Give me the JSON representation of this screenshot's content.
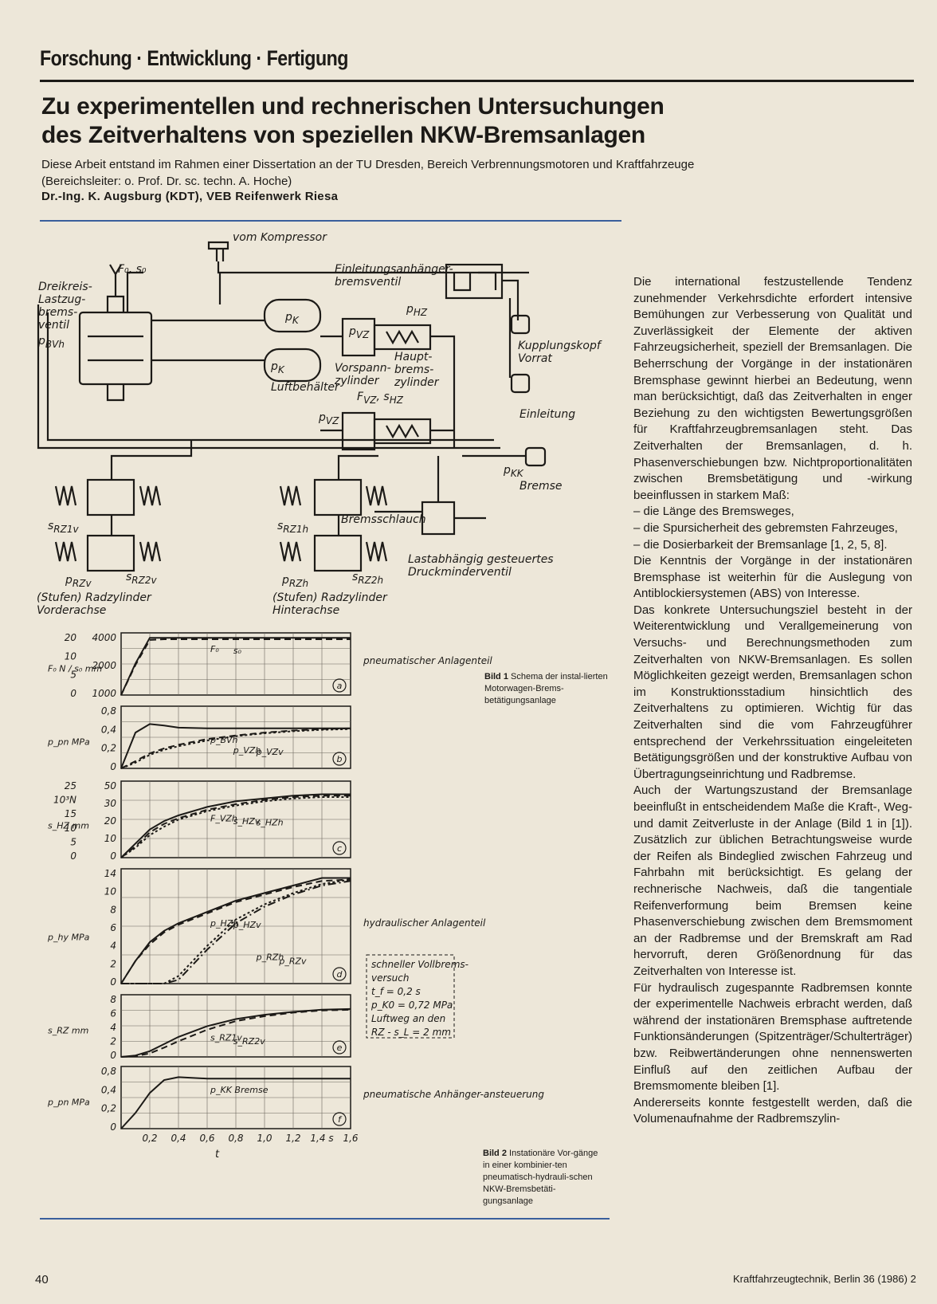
{
  "header": {
    "section": "Forschung · Entwicklung · Fertigung",
    "title_line1": "Zu experimentellen und rechnerischen Untersuchungen",
    "title_line2": "des Zeitverhaltens von speziellen NKW-Bremsanlagen",
    "subtitle_line1": "Diese Arbeit entstand im Rahmen einer Dissertation an der TU Dresden, Bereich Verbrennungsmotoren und Kraftfahrzeuge",
    "subtitle_line2": "(Bereichsleiter: o. Prof. Dr. sc. techn. A. Hoche)",
    "author": "Dr.-Ing. K. Augsburg (KDT), VEB Reifenwerk Riesa"
  },
  "schema": {
    "vom_kompressor": "vom Kompressor",
    "dreikreis": [
      "Dreikreis-",
      "Lastzug-",
      "brems-",
      "ventil"
    ],
    "p_bvh": "p",
    "p_bvh_sub": "BVh",
    "f0_s0": "F₀, s₀",
    "einleitung_ventil": [
      "Einleitungsanhänger-",
      "bremsventil"
    ],
    "pk": "p",
    "pk_sub": "K",
    "luftbehaelter": "Luftbehälter",
    "vorspann": [
      "Vorspann-",
      "zylinder"
    ],
    "haupt": [
      "Haupt-",
      "brems-",
      "zylinder"
    ],
    "p_hz": "p",
    "p_hz_sub": "HZ",
    "p_vz": "p",
    "p_vz_sub": "VZ",
    "fvz_shz": "F",
    "fvz_shz_sub": "VZ",
    "shz": "s",
    "shz_sub": "HZ",
    "kupplungskopf": [
      "Kupplungskopf",
      "Vorrat"
    ],
    "einleitung": "Einleitung",
    "pkk": "p",
    "pkk_sub": "KK",
    "bremse": "Bremse",
    "bremsschlauch": "Bremsschlauch",
    "lastabh": [
      "Lastabhängig gesteuertes",
      "Druckminderventil"
    ],
    "rz_front": [
      "(Stufen) Radzylinder",
      "Vorderachse"
    ],
    "rz_rear": [
      "(Stufen) Radzylinder",
      "Hinterachse"
    ],
    "s_rz1v": "s",
    "s_rz1v_sub": "RZ1v",
    "s_rz2v": "s",
    "s_rz2v_sub": "RZ2v",
    "p_rzv": "p",
    "p_rzv_sub": "RZv",
    "s_rz1h": "s",
    "s_rz1h_sub": "RZ1h",
    "s_rz2h": "s",
    "s_rz2h_sub": "RZ2h",
    "p_rzh": "p",
    "p_rzh_sub": "RZh"
  },
  "captions": {
    "bild1_label": "Bild 1",
    "bild1_text": "Schema der instal-lierten Motorwagen-Brems-betätigungsanlage",
    "bild2_label": "Bild 2",
    "bild2_text": "Instationäre Vor-gänge in einer kombinier-ten pneumatisch-hydrauli-schen NKW-Bremsbetäti-gungsanlage"
  },
  "chart_data": [
    {
      "type": "line",
      "panel": "a",
      "x": [
        0,
        0.1,
        0.2,
        0.3,
        0.4,
        0.6,
        0.8,
        1.0,
        1.2,
        1.4,
        1.6
      ],
      "series": [
        {
          "name": "F₀",
          "values": [
            0,
            2200,
            4000,
            4000,
            4000,
            4000,
            4000,
            4000,
            4000,
            4000,
            4000
          ]
        },
        {
          "name": "s₀",
          "values": [
            0,
            2100,
            3850,
            3900,
            3900,
            3900,
            3900,
            3900,
            3900,
            3900,
            3900
          ]
        }
      ],
      "ylabel": "F₀ N / s₀ mm",
      "y_ticks_left": [
        "20",
        "10",
        "5",
        "0"
      ],
      "y_ticks_right": [
        "4000",
        "2000",
        "1000"
      ],
      "ylim": [
        0,
        4000
      ],
      "side_label": "pneumatischer Anlagenteil"
    },
    {
      "type": "line",
      "panel": "b",
      "x": [
        0,
        0.1,
        0.2,
        0.3,
        0.4,
        0.6,
        0.8,
        1.0,
        1.2,
        1.4,
        1.6
      ],
      "series": [
        {
          "name": "p_BVh",
          "values": [
            0,
            0.5,
            0.62,
            0.6,
            0.57,
            0.56,
            0.56,
            0.56,
            0.56,
            0.56,
            0.56
          ]
        },
        {
          "name": "p_VZh",
          "values": [
            0,
            0.1,
            0.21,
            0.28,
            0.33,
            0.41,
            0.46,
            0.5,
            0.53,
            0.55,
            0.56
          ]
        },
        {
          "name": "p_VZv",
          "values": [
            0,
            0.08,
            0.19,
            0.26,
            0.31,
            0.39,
            0.45,
            0.49,
            0.52,
            0.54,
            0.55
          ]
        }
      ],
      "ylabel": "p_pn MPa",
      "y_ticks": [
        "0,8",
        "0,4",
        "0,2",
        "0"
      ],
      "ylim": [
        0,
        0.8
      ]
    },
    {
      "type": "line",
      "panel": "c",
      "x": [
        0,
        0.1,
        0.2,
        0.3,
        0.4,
        0.6,
        0.8,
        1.0,
        1.2,
        1.4,
        1.6
      ],
      "series": [
        {
          "name": "F_VZh",
          "values": [
            0,
            10,
            20,
            26,
            30,
            36,
            40,
            42,
            44,
            45,
            45
          ]
        },
        {
          "name": "s_HZv",
          "values": [
            0,
            8,
            18,
            24,
            28,
            34,
            38,
            41,
            43,
            44,
            44
          ]
        },
        {
          "name": "s_HZh",
          "values": [
            0,
            7,
            16,
            22,
            27,
            33,
            37,
            40,
            42,
            43,
            43
          ]
        }
      ],
      "ylabel": "s_HZ mm",
      "y_ticks_left": [
        "25",
        "10³N",
        "15",
        "10",
        "5",
        "0"
      ],
      "y_ticks_right": [
        "50",
        "30",
        "20",
        "10",
        "0"
      ],
      "ylim": [
        0,
        50
      ]
    },
    {
      "type": "line",
      "panel": "d",
      "x": [
        0,
        0.1,
        0.2,
        0.3,
        0.4,
        0.6,
        0.8,
        1.0,
        1.2,
        1.4,
        1.6
      ],
      "series": [
        {
          "name": "p_HZh",
          "values": [
            0,
            3,
            5.5,
            7,
            8,
            9.5,
            11,
            12,
            13,
            14,
            14
          ]
        },
        {
          "name": "p_HZv",
          "values": [
            0,
            3,
            5.2,
            6.8,
            7.8,
            9.3,
            10.8,
            11.8,
            12.8,
            13.6,
            13.8
          ]
        },
        {
          "name": "p_RZh",
          "values": [
            0,
            0,
            0,
            0,
            1,
            5,
            8.5,
            10.5,
            12,
            13.2,
            13.8
          ]
        },
        {
          "name": "p_RZv",
          "values": [
            0,
            0,
            0,
            0,
            0.5,
            4.5,
            8,
            10.2,
            11.8,
            13,
            13.6
          ]
        }
      ],
      "ylabel": "p_hy MPa",
      "y_ticks": [
        "14",
        "10",
        "8",
        "6",
        "4",
        "2",
        "0"
      ],
      "ylim": [
        0,
        14
      ],
      "side_label": "hydraulischer Anlagenteil"
    },
    {
      "type": "line",
      "panel": "e",
      "x": [
        0,
        0.1,
        0.2,
        0.3,
        0.4,
        0.6,
        0.8,
        1.0,
        1.2,
        1.4,
        1.6
      ],
      "series": [
        {
          "name": "s_RZ1v",
          "values": [
            0,
            0.2,
            0.8,
            1.8,
            2.8,
            4.3,
            5.3,
            5.9,
            6.3,
            6.6,
            6.7
          ]
        },
        {
          "name": "s_RZ2v",
          "values": [
            0,
            0.1,
            0.5,
            1.3,
            2.2,
            3.8,
            5,
            5.7,
            6.2,
            6.5,
            6.6
          ]
        }
      ],
      "ylabel": "s_RZ mm",
      "y_ticks": [
        "8",
        "6",
        "4",
        "2",
        "0"
      ],
      "ylim": [
        0,
        8
      ],
      "legend_box": [
        "schneller Vollbrems-",
        "versuch",
        "t_f = 0,2 s",
        "p_K0 = 0,72 MPa",
        "Luftweg an den",
        "RZ - s_L = 2 mm"
      ]
    },
    {
      "type": "line",
      "panel": "f",
      "x": [
        0,
        0.1,
        0.2,
        0.3,
        0.4,
        0.6,
        0.8,
        1.0,
        1.2,
        1.4,
        1.6
      ],
      "series": [
        {
          "name": "p_KK Bremse",
          "values": [
            0,
            0.22,
            0.5,
            0.68,
            0.72,
            0.7,
            0.7,
            0.7,
            0.7,
            0.7,
            0.7
          ]
        }
      ],
      "ylabel": "p_pn MPa",
      "y_ticks": [
        "0,8",
        "0,4",
        "0,2",
        "0"
      ],
      "ylim": [
        0,
        0.8
      ],
      "x_ticks": [
        "0,2",
        "0,4",
        "0,6",
        "0,8",
        "1,0",
        "1,2",
        "1,4 s",
        "1,6"
      ],
      "xlabel": "t",
      "side_label": "pneumatische Anhänger-ansteuerung"
    }
  ],
  "body": {
    "p1": "Die international festzustellende Tendenz zunehmender Verkehrsdichte erfordert intensive Bemühungen zur Verbesserung von Qualität und Zuverlässigkeit der Elemente der aktiven Fahrzeugsicherheit, speziell der Bremsanlagen. Die Beherrschung der Vorgänge in der instationären Bremsphase gewinnt hierbei an Bedeutung, wenn man berücksichtigt, daß das Zeitverhalten in enger Beziehung zu den wichtigsten Bewertungsgrößen für Kraftfahrzeugbremsanlagen steht. Das Zeitverhalten der Bremsanlagen, d. h. Phasenverschiebungen bzw. Nichtproportionalitäten zwischen Bremsbetätigung und -wirkung beeinflussen in starkem Maß:",
    "li1": "– die Länge des Bremsweges,",
    "li2": "– die Spursicherheit des gebremsten Fahrzeuges,",
    "li3": "– die Dosierbarkeit der Bremsanlage [1, 2, 5, 8].",
    "p2": "Die Kenntnis der Vorgänge in der instationären Bremsphase ist weiterhin für die Auslegung von Antiblockiersystemen (ABS) von Interesse.",
    "p3": "Das konkrete Untersuchungsziel besteht in der Weiterentwicklung und Verallgemeinerung von Versuchs- und Berechnungsmethoden zum Zeitverhalten von NKW-Bremsanlagen. Es sollen Möglichkeiten gezeigt werden, Bremsanlagen schon im Konstruktionsstadium hinsichtlich des Zeitverhaltens zu optimieren. Wichtig für das Zeitverhalten sind die vom Fahrzeugführer entsprechend der Verkehrssituation eingeleiteten Betätigungsgrößen und der konstruktive Aufbau von Übertragungseinrichtung und Radbremse.",
    "p4": "Auch der Wartungszustand der Bremsanlage beeinflußt in entscheidendem Maße die Kraft-, Weg- und damit Zeitverluste in der Anlage (Bild 1 in [1]). Zusätzlich zur üblichen Betrachtungsweise wurde der Reifen als Bindeglied zwischen Fahrzeug und Fahrbahn mit berücksichtigt. Es gelang der rechnerische Nachweis, daß die tangentiale Reifenverformung beim Bremsen keine Phasenverschiebung zwischen dem Bremsmoment an der Radbremse und der Bremskraft am Rad hervorruft, deren Größenordnung für das Zeitverhalten von Interesse ist.",
    "p5": "Für hydraulisch zugespannte Radbremsen konnte der experimentelle Nachweis erbracht werden, daß während der instationären Bremsphase auftretende Funktionsänderungen (Spitzenträger/Schulterträger) bzw. Reibwertänderungen ohne nennenswerten Einfluß auf den zeitlichen Aufbau der Bremsmomente bleiben [1].",
    "p6": "Andererseits konnte festgestellt werden, daß die Volumenaufnahme der Radbremszylin-"
  },
  "footer": {
    "page": "40",
    "journal": "Kraftfahrzeugtechnik, Berlin 36 (1986) 2"
  },
  "colors": {
    "paper": "#ede7d9",
    "ink": "#1c1a17",
    "rule_blue": "#3a5f9c"
  }
}
